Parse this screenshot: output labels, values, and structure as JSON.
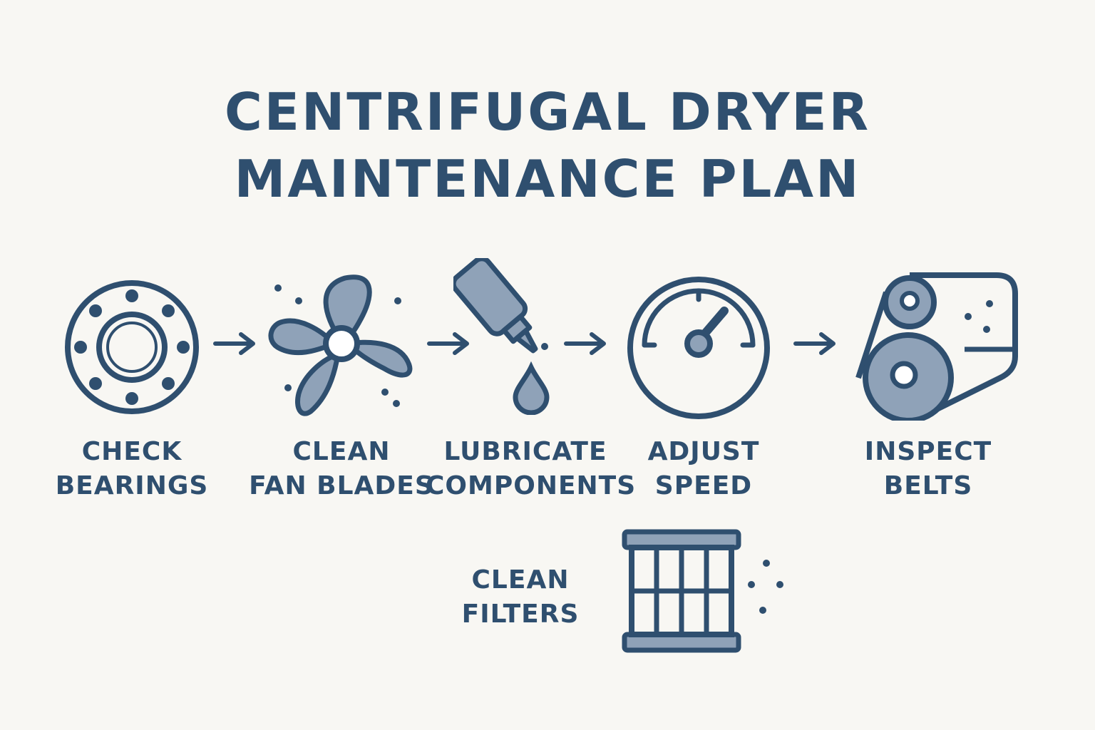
{
  "title": {
    "line1": "CENTRIFUGAL DRYER",
    "line2": "MAINTENANCE PLAN"
  },
  "colors": {
    "background": "#f8f7f3",
    "stroke": "#2f4f6f",
    "fill": "#8fa2b8"
  },
  "steps": [
    {
      "icon": "bearing-icon",
      "line1": "CHECK",
      "line2": "BEARINGS"
    },
    {
      "icon": "fan-icon",
      "line1": "CLEAN",
      "line2": "FAN BLADES"
    },
    {
      "icon": "oil-bottle-icon",
      "line1": "LUBRICATE",
      "line2": "COMPONENTS"
    },
    {
      "icon": "speed-gauge-icon",
      "line1": "ADJUST",
      "line2": "SPEED"
    },
    {
      "icon": "belt-icon",
      "line1": "INSPECT",
      "line2": "BELTS"
    }
  ],
  "extra_step": {
    "icon": "filter-icon",
    "line1": "CLEAN",
    "line2": "FILTERS"
  }
}
